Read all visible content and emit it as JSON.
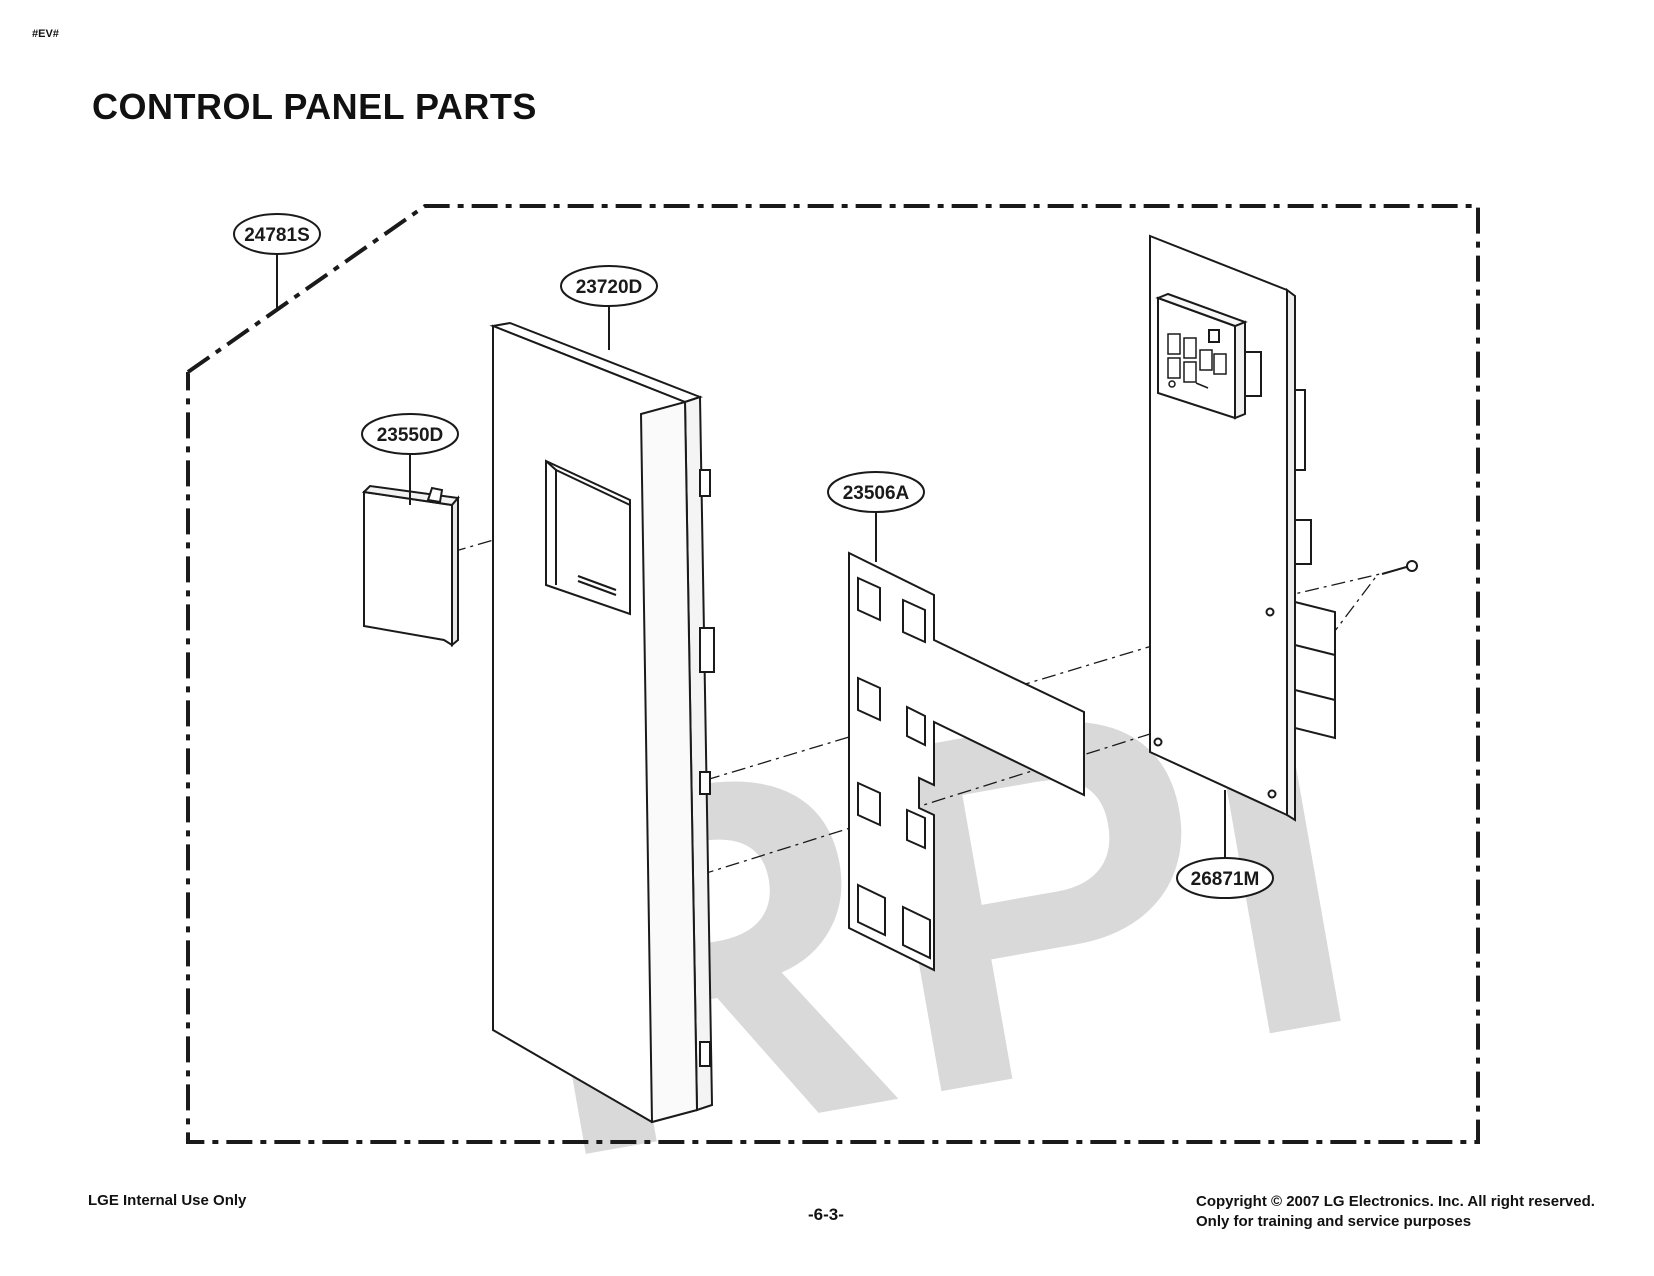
{
  "header": {
    "tag": "#EV#",
    "title": "CONTROL PANEL PARTS"
  },
  "diagram": {
    "watermark": "RPI",
    "callouts": {
      "assembly": "24781S",
      "panel": "23720D",
      "button": "23550D",
      "sheet": "23506A",
      "pcb": "26871M"
    },
    "colors": {
      "line": "#1a1a1a",
      "watermark": "#d9d9d9"
    }
  },
  "footer": {
    "left": "LGE Internal Use Only",
    "page_number": "-6-3-",
    "copyright": "Copyright © 2007 LG Electronics. Inc. All right reserved.",
    "purpose": "Only for training and service purposes"
  }
}
